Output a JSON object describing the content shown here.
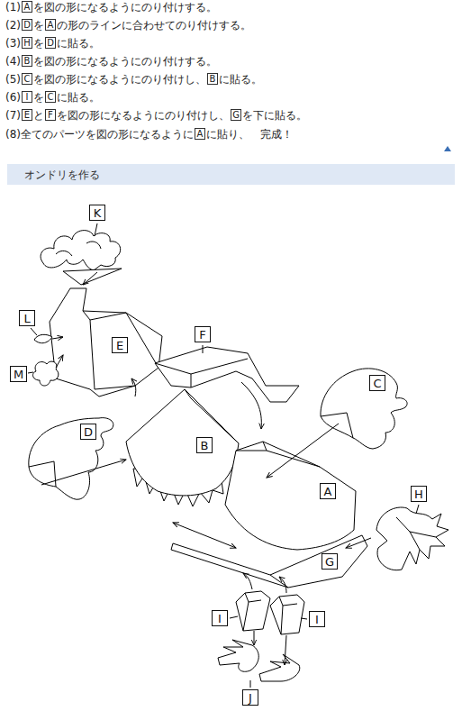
{
  "diagram": {
    "nodes": [
      {
        "text": [
          "オンドリを作る"
        ]
      },
      {
        "text": [
          "K"
        ]
      },
      {
        "text": [
          "L"
        ]
      },
      {
        "text": [
          "F"
        ]
      },
      {
        "text": [
          "E"
        ]
      },
      {
        "text": [
          "M"
        ]
      },
      {
        "text": [
          "C"
        ]
      },
      {
        "text": [
          "D"
        ]
      },
      {
        "text": [
          "B"
        ]
      },
      {
        "text": [
          "A"
        ]
      },
      {
        "text": [
          "H"
        ]
      },
      {
        "text": [
          "G"
        ]
      },
      {
        "text": [
          "I"
        ]
      },
      {
        "text": [
          "I"
        ]
      },
      {
        "text": [
          "J"
        ]
      }
    ],
    "labels": [
      "(1)Aを図の形になるようにのり付けする。",
      "(2)DをAの形のラインに合わせてのり付けする。",
      "(3)HをDに貼る。",
      "(4)Bを図の形になるようにのり付けする。",
      "(5)Cを図の形になるようにのり付けし、Bに貼る。",
      "(6)IをCに貼る。",
      "(7)EとFを図の形になるようにのり付けし、Gを下に貼る。",
      "(8)全てのパーツを図の形になるようにAに貼り、　完成！"
    ]
  }
}
